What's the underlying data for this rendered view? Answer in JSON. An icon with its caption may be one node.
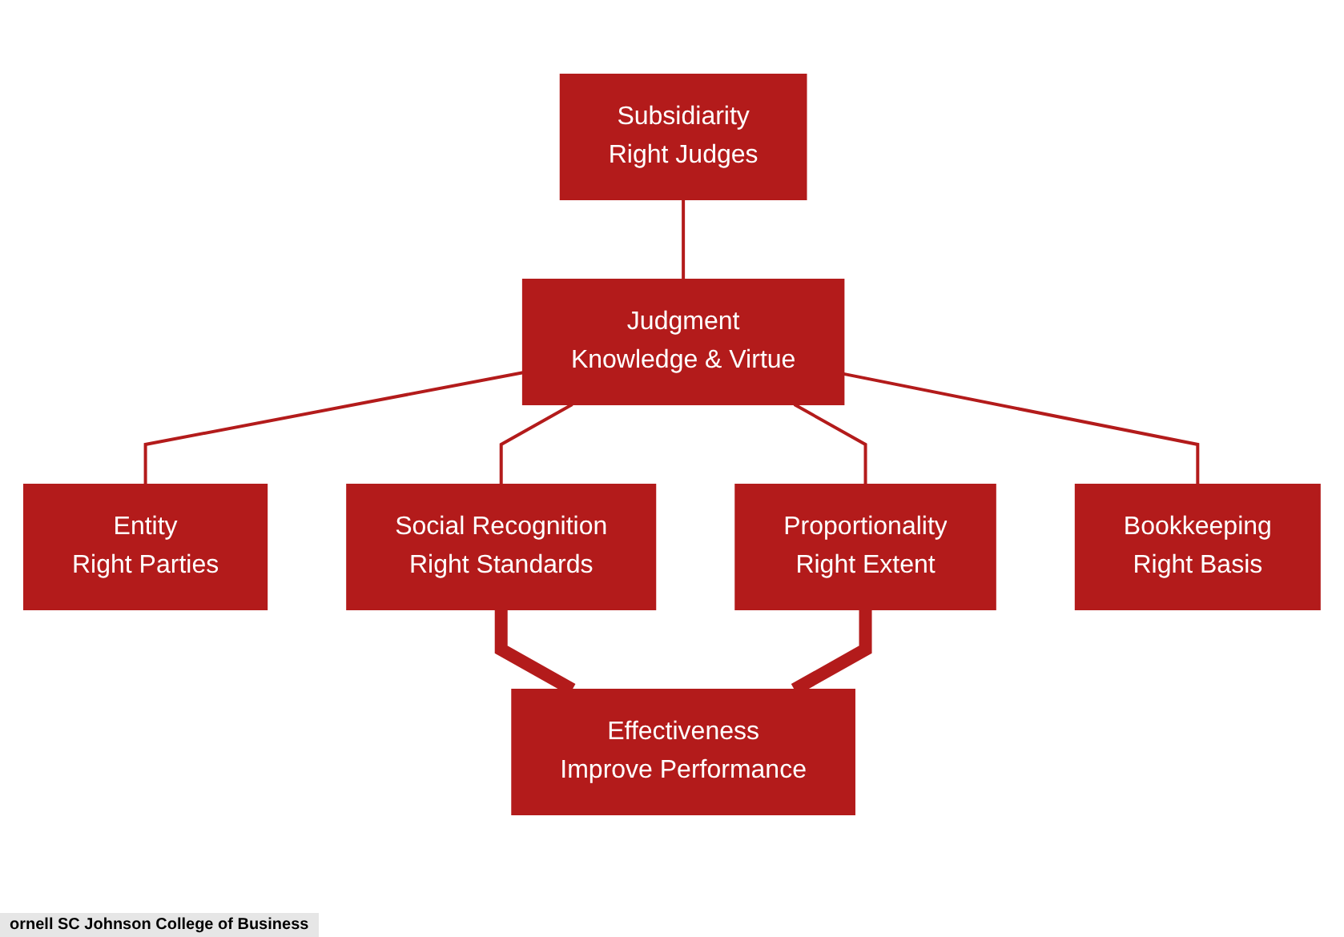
{
  "diagram": {
    "nodes": [
      {
        "text": [
          "Subsidiarity",
          "Right Judges"
        ]
      },
      {
        "text": [
          "Judgment",
          "Knowledge & Virtue"
        ]
      },
      {
        "text": [
          "Entity",
          "Right Parties"
        ]
      },
      {
        "text": [
          "Social Recognition",
          "Right Standards"
        ]
      },
      {
        "text": [
          "Proportionality",
          "Right Extent"
        ]
      },
      {
        "text": [
          "Bookkeeping",
          "Right Basis"
        ]
      },
      {
        "text": [
          "Effectiveness",
          "Improve Performance"
        ]
      }
    ],
    "edges": [
      {
        "from": 0,
        "to": 1,
        "arrow": "none"
      },
      {
        "from": 1,
        "to": 2,
        "arrow": "none"
      },
      {
        "from": 1,
        "to": 3,
        "arrow": "none"
      },
      {
        "from": 1,
        "to": 4,
        "arrow": "none"
      },
      {
        "from": 1,
        "to": 5,
        "arrow": "none"
      },
      {
        "from": 3,
        "to": 6,
        "arrow": "none",
        "style": "thick"
      },
      {
        "from": 4,
        "to": 6,
        "arrow": "none",
        "style": "thick"
      }
    ],
    "labels": [
      "ornell SC Johnson College of Business"
    ]
  }
}
